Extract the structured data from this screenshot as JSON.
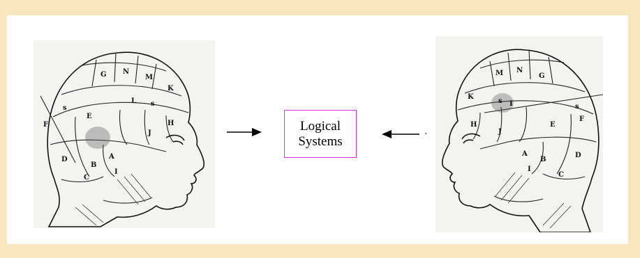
{
  "center_box": {
    "line1": "Logical",
    "line2": "Systems",
    "border_color": "#d633d6"
  },
  "left_head": {
    "region_labels": [
      "G",
      "N",
      "M",
      "K",
      "L",
      "E",
      "F",
      "H",
      "J",
      "D",
      "B",
      "A",
      "C",
      "I",
      "s"
    ]
  },
  "right_head": {
    "region_labels": [
      "M",
      "N",
      "G",
      "K",
      "I",
      "E",
      "F",
      "H",
      "J",
      "A",
      "B",
      "D",
      "C",
      "I",
      "s"
    ]
  },
  "colors": {
    "background": "#f8e6bf",
    "panel": "#ffffff"
  }
}
